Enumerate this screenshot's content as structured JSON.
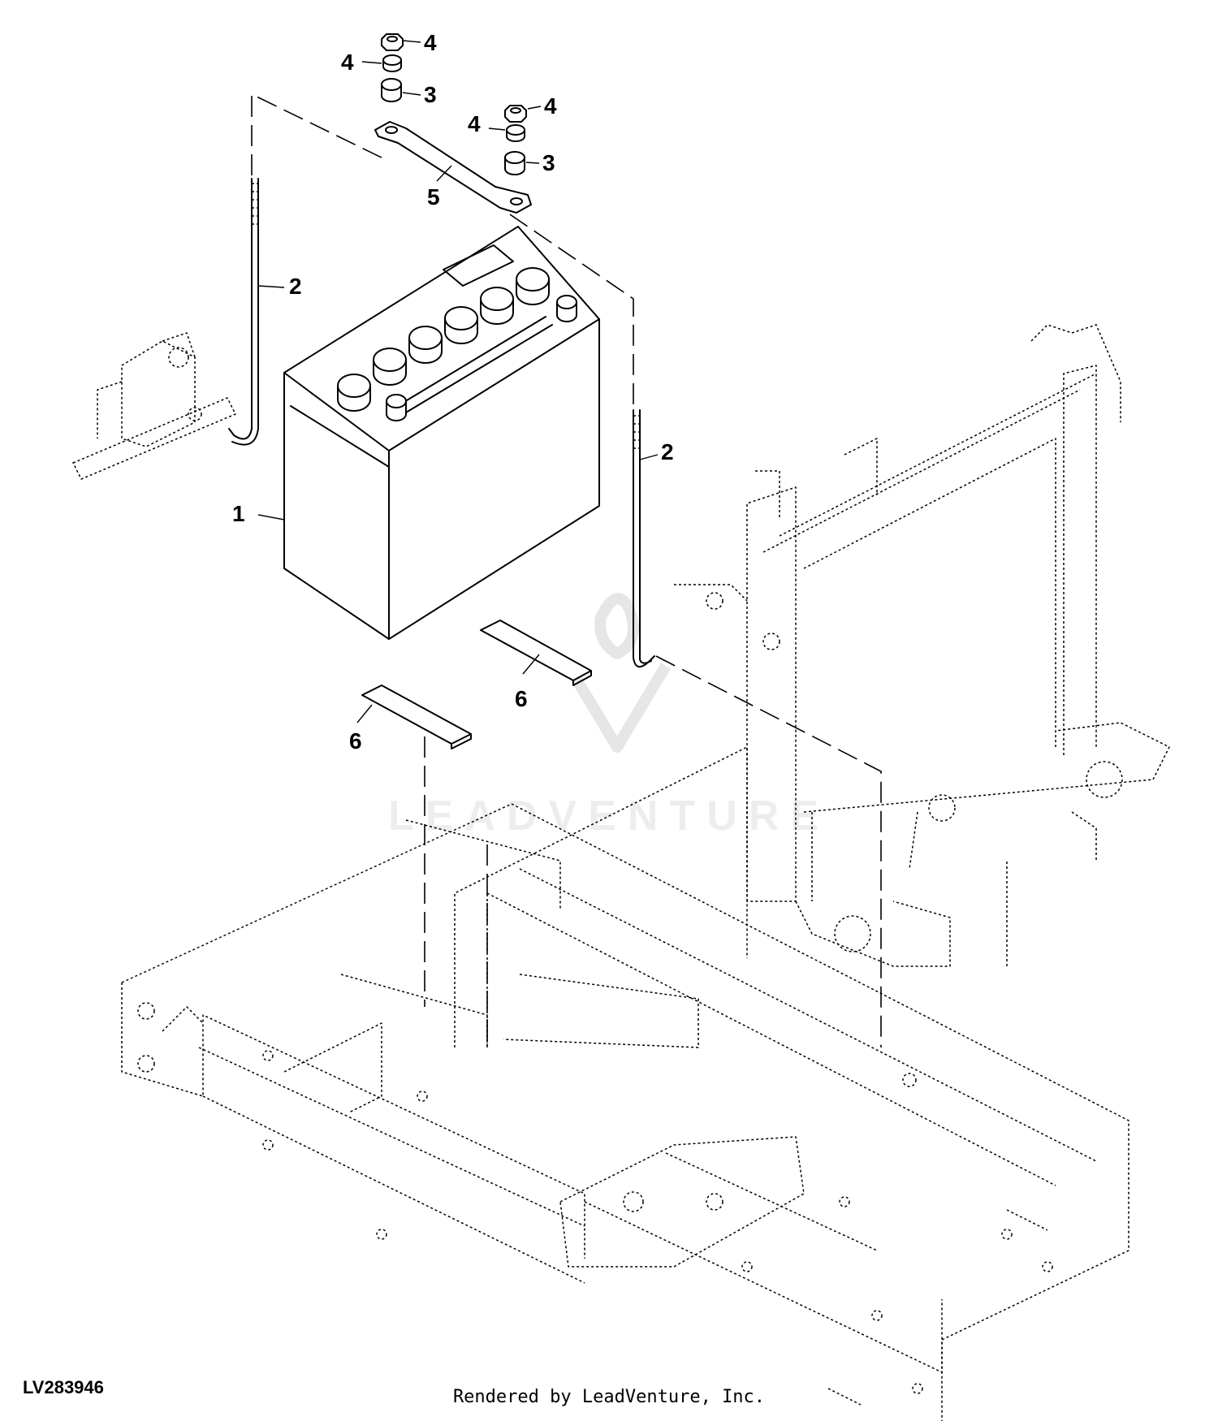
{
  "drawing_id": "LV283946",
  "render_credit": "Rendered by LeadVenture, Inc.",
  "watermark": {
    "text": "LEADVENTURE"
  },
  "callouts": {
    "battery": "1",
    "hold_down_rod_left": "2",
    "hold_down_rod_right": "2",
    "spacer_left": "3",
    "spacer_right": "3",
    "nut_top_left": "4",
    "washer_left": "4",
    "nut_top_right": "4",
    "washer_right": "4",
    "clamp_bar": "5",
    "pad_upper": "6",
    "pad_lower": "6"
  },
  "colors": {
    "ink": "#000000",
    "background": "#ffffff",
    "watermark": "#ededed"
  }
}
